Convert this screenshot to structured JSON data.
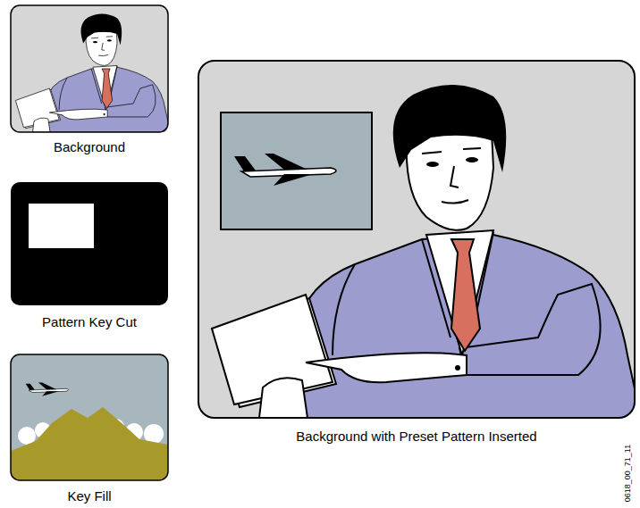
{
  "diagram": {
    "nodes": [
      {
        "text": [
          "Background"
        ]
      },
      {
        "text": [
          "Pattern Key Cut"
        ]
      },
      {
        "text": [
          "Key Fill"
        ]
      },
      {
        "text": [
          "Background with Preset Pattern Inserted"
        ]
      }
    ],
    "labels": [
      "0618_00_71_11"
    ]
  }
}
